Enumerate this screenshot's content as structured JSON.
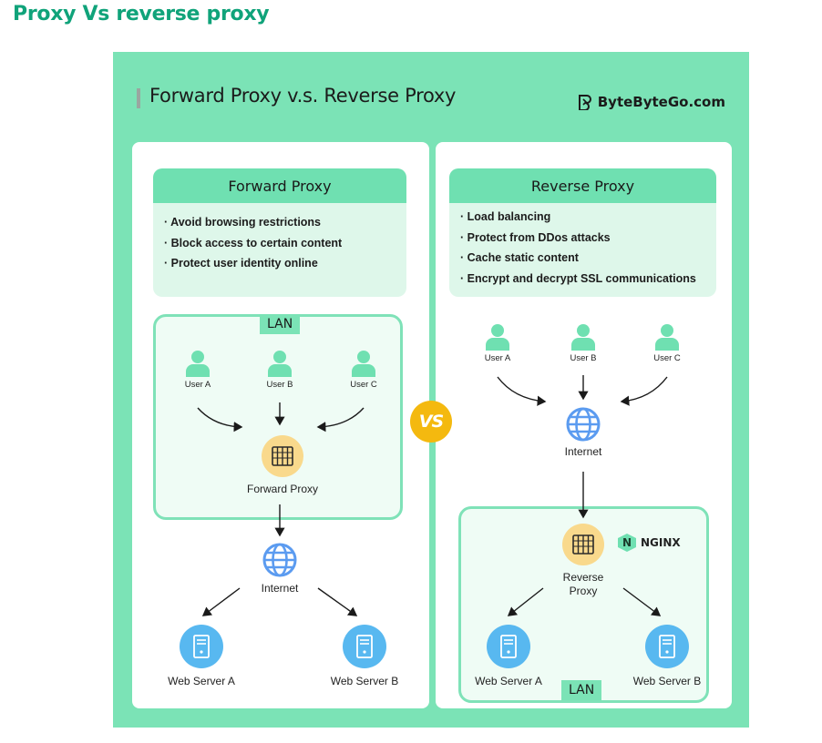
{
  "page_title": "Proxy Vs reverse proxy",
  "header": {
    "title": "Forward Proxy v.s. Reverse Proxy",
    "brand": "ByteByteGo.com"
  },
  "vs_label": "VS",
  "forward": {
    "title": "Forward Proxy",
    "features": [
      "· Avoid browsing restrictions",
      "· Block access to certain content",
      "· Protect user identity online"
    ],
    "lan_label": "LAN",
    "users": [
      "User A",
      "User B",
      "User C"
    ],
    "proxy_label": "Forward Proxy",
    "internet_label": "Internet",
    "servers": [
      "Web Server A",
      "Web Server B"
    ]
  },
  "reverse": {
    "title": "Reverse Proxy",
    "features": [
      "· Load balancing",
      "· Protect from DDos attacks",
      "· Cache static content",
      "· Encrypt and decrypt SSL communications"
    ],
    "users": [
      "User A",
      "User B",
      "User C"
    ],
    "internet_label": "Internet",
    "proxy_label_line1": "Reverse",
    "proxy_label_line2": "Proxy",
    "nginx_label": "NGINX",
    "servers": [
      "Web Server A",
      "Web Server B"
    ],
    "lan_label": "LAN"
  },
  "colors": {
    "brand_green": "#10a37a",
    "background_green": "#7be3b6",
    "header_green": "#6fe0b1",
    "feature_bg": "#def7ea",
    "user_icon": "#6fe0b1",
    "proxy_icon": "#f9d98c",
    "globe_icon": "#5b9bf0",
    "server_icon": "#58b8f0",
    "vs_badge": "#f4b90f"
  }
}
